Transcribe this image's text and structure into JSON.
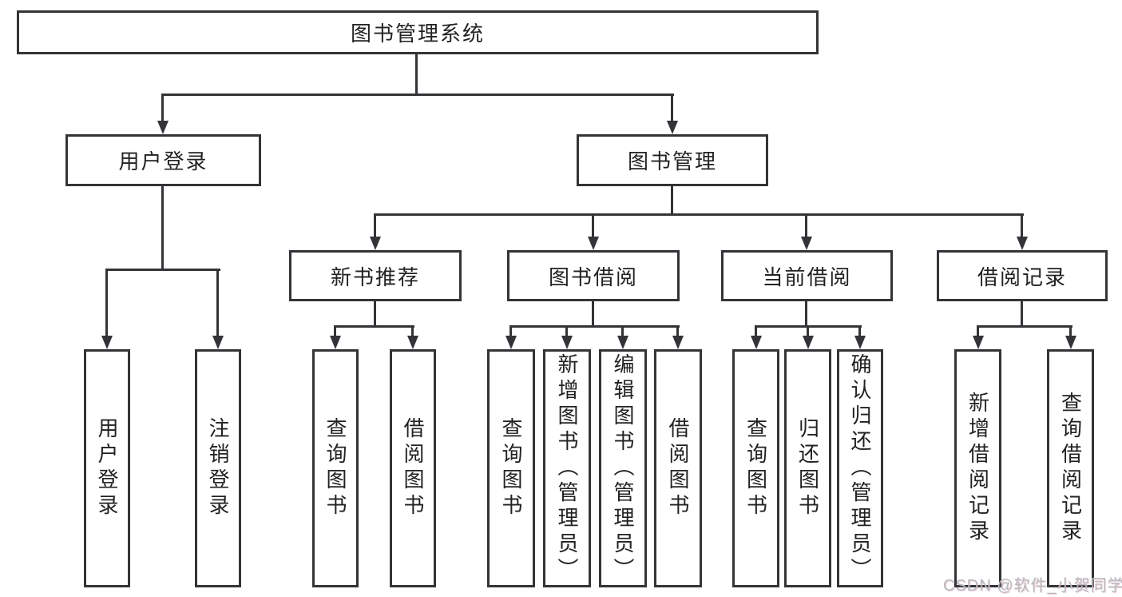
{
  "colors": {
    "line": "#343438",
    "text": "#222222",
    "background": "#ffffff",
    "watermark": "#b6bac1"
  },
  "watermark": {
    "text": "CSDN @软件_小贺同学"
  },
  "diagram": {
    "root": {
      "label": "图书管理系统"
    },
    "branches": [
      {
        "label": "用户登录",
        "children": [
          {
            "label": "用户登录"
          },
          {
            "label": "注销登录"
          }
        ]
      },
      {
        "label": "图书管理",
        "children": [
          {
            "label": "新书推荐",
            "children": [
              {
                "label": "查询图书"
              },
              {
                "label": "借阅图书"
              }
            ]
          },
          {
            "label": "图书借阅",
            "children": [
              {
                "label": "查询图书"
              },
              {
                "label": "新增图书（管理员）"
              },
              {
                "label": "编辑图书（管理员）"
              },
              {
                "label": "借阅图书"
              }
            ]
          },
          {
            "label": "当前借阅",
            "children": [
              {
                "label": "查询图书"
              },
              {
                "label": "归还图书"
              },
              {
                "label": "确认归还（管理员）"
              }
            ]
          },
          {
            "label": "借阅记录",
            "children": [
              {
                "label": "新增借阅记录"
              },
              {
                "label": "查询借阅记录"
              }
            ]
          }
        ]
      }
    ]
  }
}
